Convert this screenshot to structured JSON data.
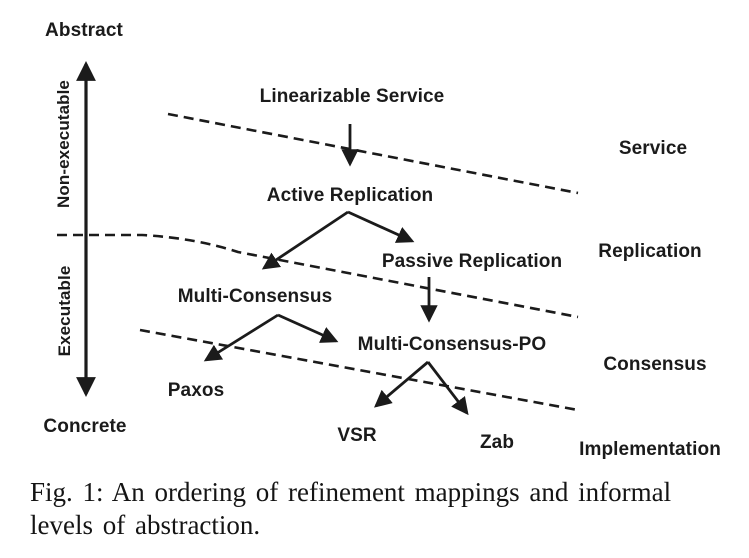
{
  "colors": {
    "ink": "#1b1b1b",
    "background": "#ffffff"
  },
  "axis": {
    "top": "Abstract",
    "bottom": "Concrete",
    "upper": "Non-executable",
    "lower": "Executable"
  },
  "nodes": {
    "linearizable_service": "Linearizable Service",
    "active_replication": "Active Replication",
    "passive_replication": "Passive Replication",
    "multi_consensus": "Multi-Consensus",
    "multi_consensus_po": "Multi-Consensus-PO",
    "paxos": "Paxos",
    "vsr": "VSR",
    "zab": "Zab"
  },
  "levels": {
    "service": "Service",
    "replication": "Replication",
    "consensus": "Consensus",
    "implementation": "Implementation"
  },
  "edges": [
    {
      "from": "Linearizable Service",
      "to": "Active Replication"
    },
    {
      "from": "Active Replication",
      "to": "Multi-Consensus"
    },
    {
      "from": "Active Replication",
      "to": "Passive Replication"
    },
    {
      "from": "Passive Replication",
      "to": "Multi-Consensus-PO"
    },
    {
      "from": "Multi-Consensus",
      "to": "Paxos"
    },
    {
      "from": "Multi-Consensus",
      "to": "Multi-Consensus-PO"
    },
    {
      "from": "Multi-Consensus-PO",
      "to": "VSR"
    },
    {
      "from": "Multi-Consensus-PO",
      "to": "Zab"
    }
  ],
  "caption": {
    "line1": "Fig. 1: An ordering of refinement mappings and informal",
    "line2": "levels of abstraction."
  }
}
